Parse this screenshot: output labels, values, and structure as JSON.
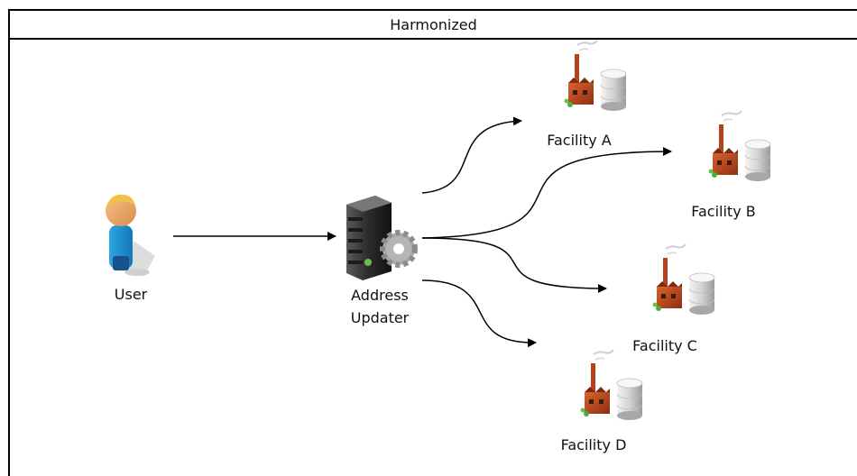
{
  "title": "Harmonized",
  "nodes": {
    "user": {
      "label": "User"
    },
    "updater": {
      "label_line1": "Address",
      "label_line2": "Updater"
    },
    "facility_a": {
      "label": "Facility A"
    },
    "facility_b": {
      "label": "Facility B"
    },
    "facility_c": {
      "label": "Facility C"
    },
    "facility_d": {
      "label": "Facility D"
    }
  }
}
